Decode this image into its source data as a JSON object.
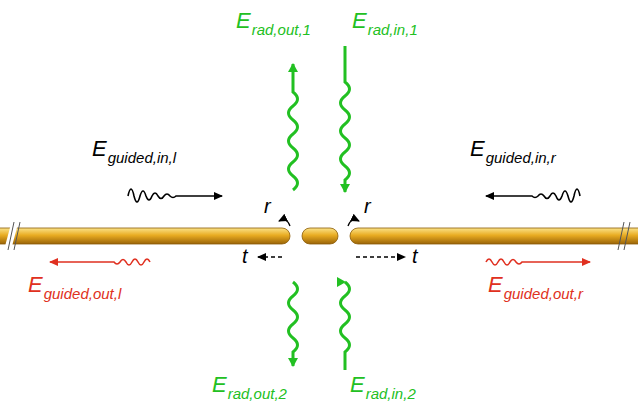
{
  "diagram": {
    "labels": [
      "E",
      "rad,out,1",
      "E",
      "rad,in,1",
      "E",
      "guided,in,l",
      "E",
      "guided,in,r",
      "r",
      "r",
      "t",
      "t",
      "E",
      "guided,out,l",
      "E",
      "guided,out,r",
      "E",
      "rad,out,2",
      "E",
      "rad,in,2"
    ]
  }
}
